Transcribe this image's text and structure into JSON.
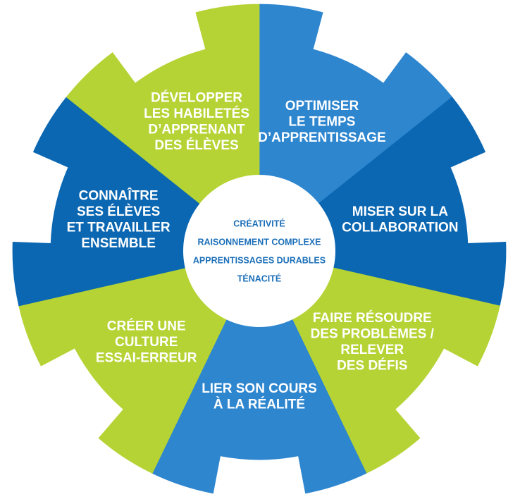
{
  "colors": {
    "green": "#b5d334",
    "blue_light": "#2e86cf",
    "blue_dark": "#0b67b2",
    "center_text": "#1b6fb8",
    "center_fill": "#ffffff"
  },
  "segments": [
    {
      "color": "blue_light",
      "lines": [
        "OPTIMISER",
        "LE TEMPS",
        "D’APPRENTISSAGE"
      ]
    },
    {
      "color": "blue_dark",
      "lines": [
        "MISER SUR LA",
        "COLLABORATION"
      ]
    },
    {
      "color": "green",
      "lines": [
        "FAIRE RÉSOUDRE",
        "DES PROBLÈMES /",
        "RELEVER",
        "DES DÉFIS"
      ]
    },
    {
      "color": "blue_light",
      "lines": [
        "LIER SON COURS",
        "À LA RÉALITÉ"
      ]
    },
    {
      "color": "green",
      "lines": [
        "CRÉER UNE",
        "CULTURE",
        "ESSAI-ERREUR"
      ]
    },
    {
      "color": "blue_dark",
      "lines": [
        "CONNAÎTRE",
        "SES ÉLÈVES",
        "ET TRAVAILLER",
        "ENSEMBLE"
      ]
    },
    {
      "color": "green",
      "lines": [
        "DÉVELOPPER",
        "LES HABILETÉS",
        "D’APPRENANT",
        "DES ÉLÈVES"
      ]
    }
  ],
  "center": {
    "items": [
      "CRÉATIVITÉ",
      "RAISONNEMENT COMPLEXE",
      "APPRENTISSAGES DURABLES",
      "TÉNACITÉ"
    ]
  }
}
